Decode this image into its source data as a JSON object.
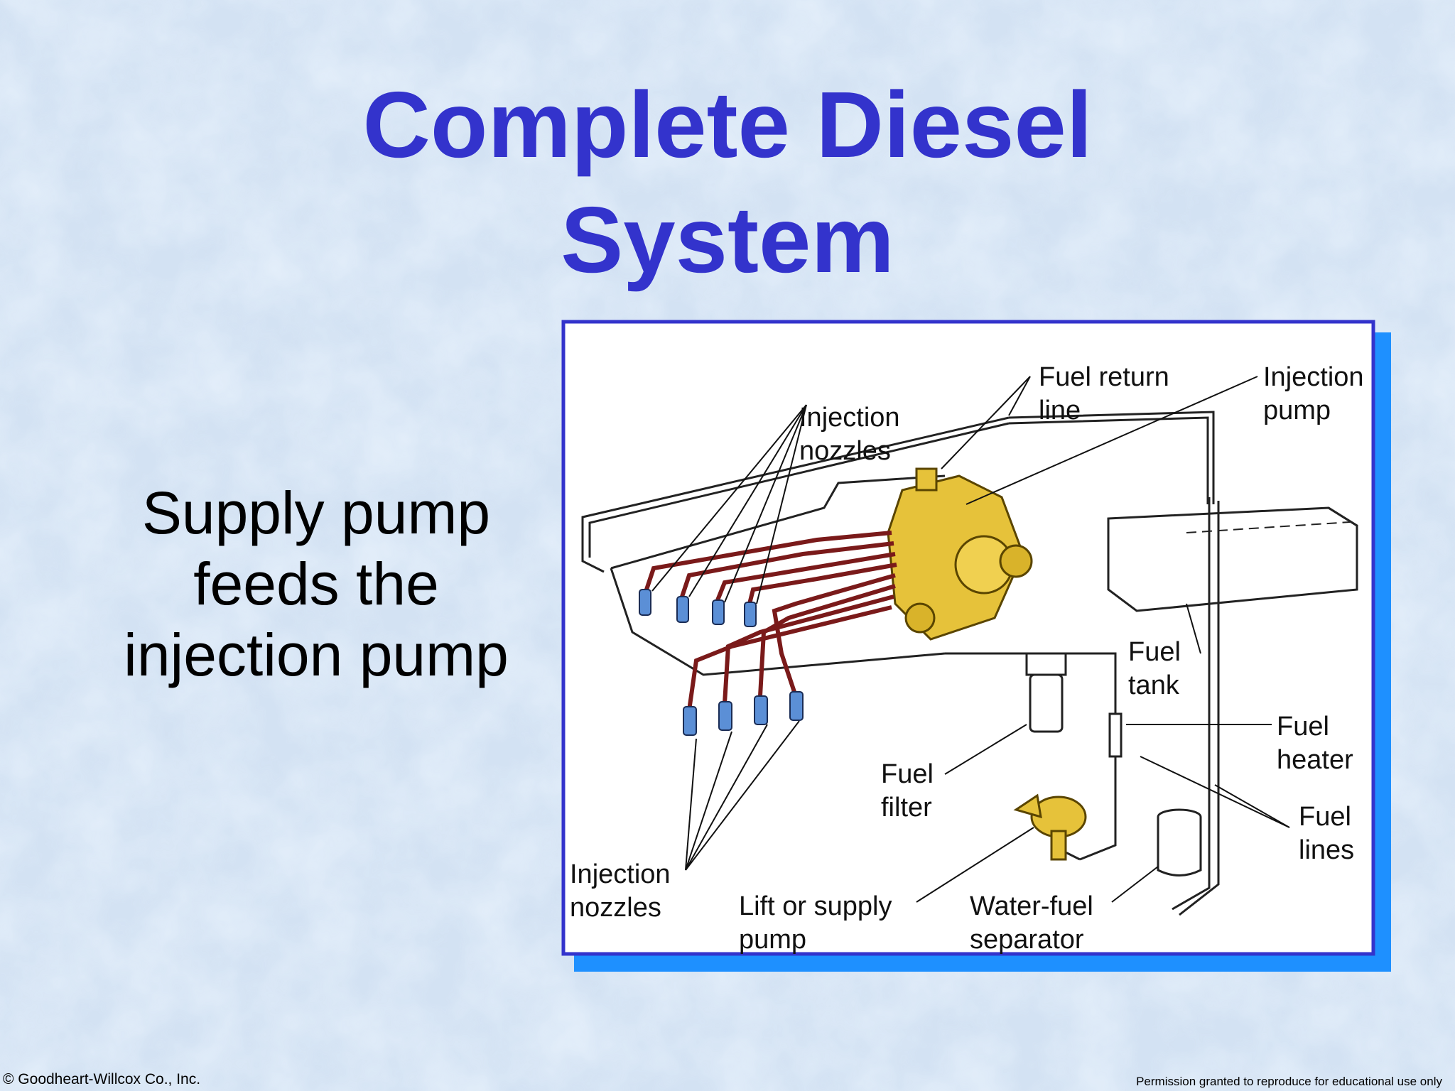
{
  "slide": {
    "title_line1": "Complete Diesel",
    "title_line2": "System",
    "body_lines": [
      "Supply pump",
      "feeds the",
      "injection pump"
    ]
  },
  "diagram_labels": {
    "fuel_return_line": [
      "Fuel return",
      "line"
    ],
    "injection_pump": [
      "Injection",
      "pump"
    ],
    "injection_nozzles_top": [
      "Injection",
      "nozzles"
    ],
    "fuel_tank": [
      "Fuel",
      "tank"
    ],
    "fuel_heater": [
      "Fuel",
      "heater"
    ],
    "fuel_filter": [
      "Fuel",
      "filter"
    ],
    "fuel_lines": [
      "Fuel",
      "lines"
    ],
    "injection_nozzles_bottom": [
      "Injection",
      "nozzles"
    ],
    "lift_pump": [
      "Lift or supply",
      "pump"
    ],
    "water_fuel_separator": [
      "Water-fuel",
      "separator"
    ]
  },
  "footer": {
    "copyright": "© Goodheart-Willcox Co., Inc.",
    "permission": "Permission granted to reproduce for educational use only"
  },
  "colors": {
    "title": "#3333cc",
    "frame": "#3333cc",
    "frame_shadow": "#1e90ff",
    "pump_yellow": "#e6c23a",
    "line_red": "#7a1a1a",
    "nozzle_blue": "#5b8fd6"
  }
}
